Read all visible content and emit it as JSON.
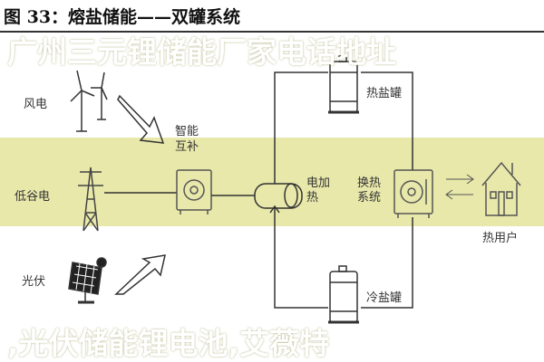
{
  "figure": {
    "title": "图 33：熔盐储能——双罐系统",
    "sources": {
      "wind": "风电",
      "offpeak": "低谷电",
      "solar": "光伏"
    },
    "smart_grid_label": "智能互补",
    "electric_heating_label": "电加热",
    "hot_tank_label": "热盐罐",
    "cold_tank_label": "冷盐罐",
    "heat_exchange_label": "换热系统",
    "heat_user_label": "热用户"
  },
  "watermark": {
    "line1": "广州三元锂储能厂家电话地址",
    "line2": ",光伏储能锂电池,艾薇特"
  }
}
